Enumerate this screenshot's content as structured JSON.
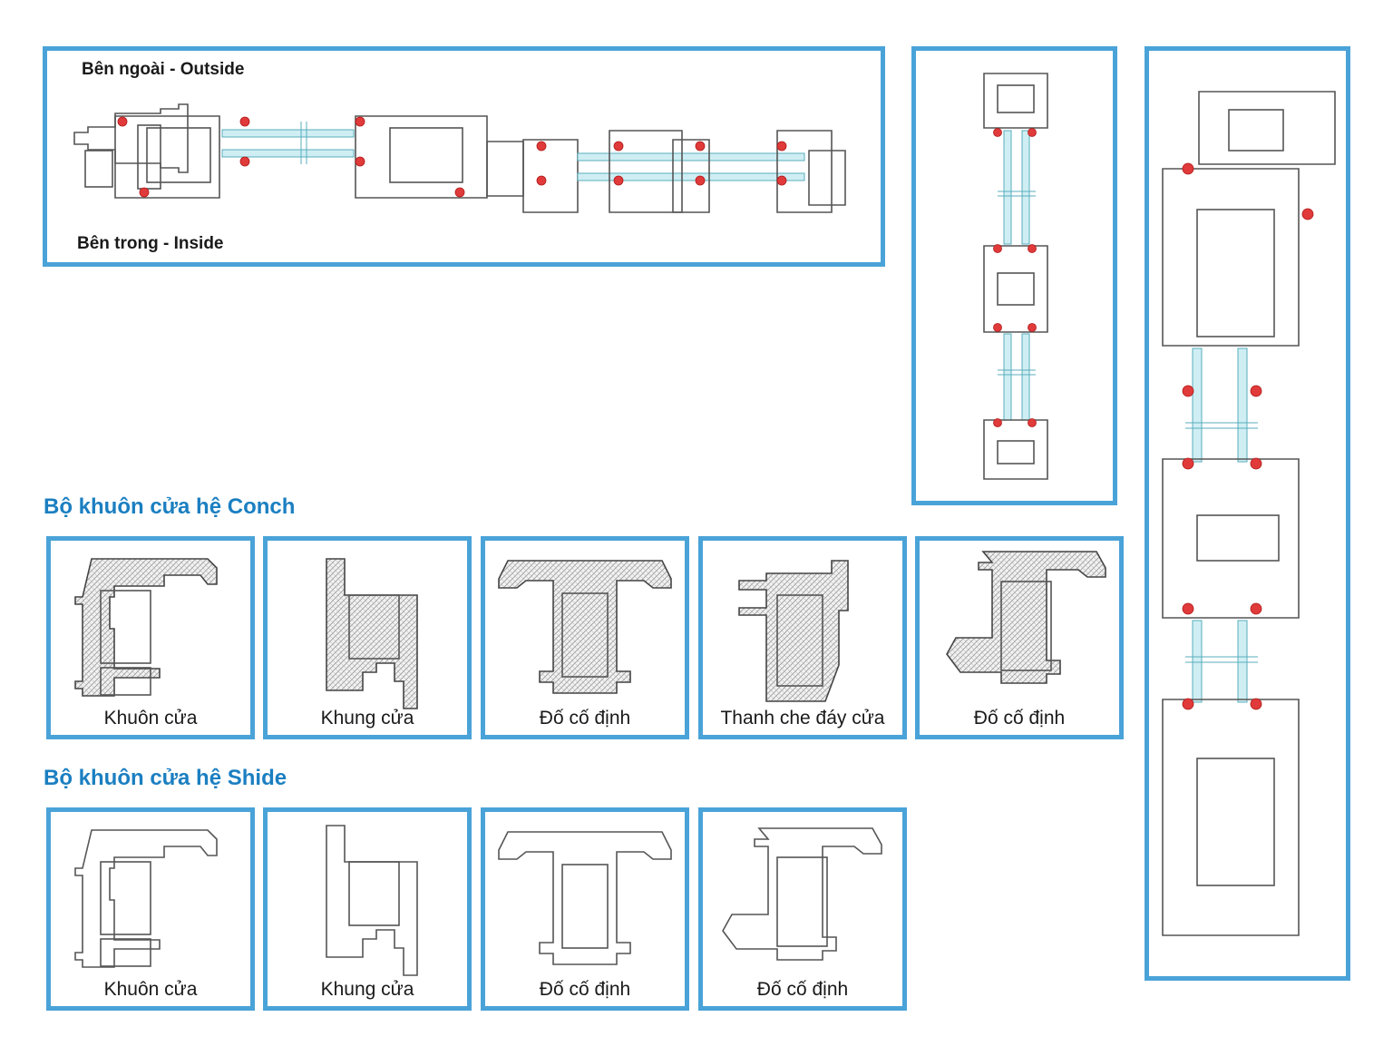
{
  "assembly": {
    "outside_label": "Bên ngoài - Outside",
    "inside_label": "Bên trong - Inside"
  },
  "conch": {
    "title": "Bộ khuôn cửa hệ Conch",
    "items": [
      {
        "label": "Khuôn cửa"
      },
      {
        "label": "Khung cửa"
      },
      {
        "label": "Đố cố định"
      },
      {
        "label": "Thanh che đáy cửa"
      },
      {
        "label": "Đố cố định"
      }
    ]
  },
  "shide": {
    "title": "Bộ khuôn cửa hệ Shide",
    "items": [
      {
        "label": "Khuôn cửa"
      },
      {
        "label": "Khung cửa"
      },
      {
        "label": "Đố cố định"
      },
      {
        "label": "Đố cố định"
      }
    ]
  },
  "colors": {
    "frame_border": "#4aa3d8",
    "heading": "#1b7fc1",
    "glass": "#cfeef3",
    "gasket": "#e03a3a"
  }
}
